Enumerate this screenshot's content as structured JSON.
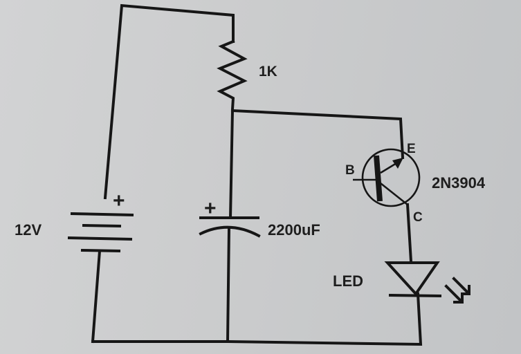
{
  "diagram": {
    "type": "circuit-schematic",
    "colors": {
      "background": "#cbcccd",
      "ink": "#161616"
    },
    "components": {
      "battery": {
        "label": "12V",
        "polarity_mark": "+"
      },
      "resistor": {
        "label": "1K"
      },
      "capacitor": {
        "label": "2200uF",
        "polarity_mark": "+"
      },
      "transistor": {
        "label": "2N3904",
        "pins": {
          "base": "B",
          "emitter": "E",
          "collector": "C"
        }
      },
      "led": {
        "label": "LED"
      }
    }
  }
}
